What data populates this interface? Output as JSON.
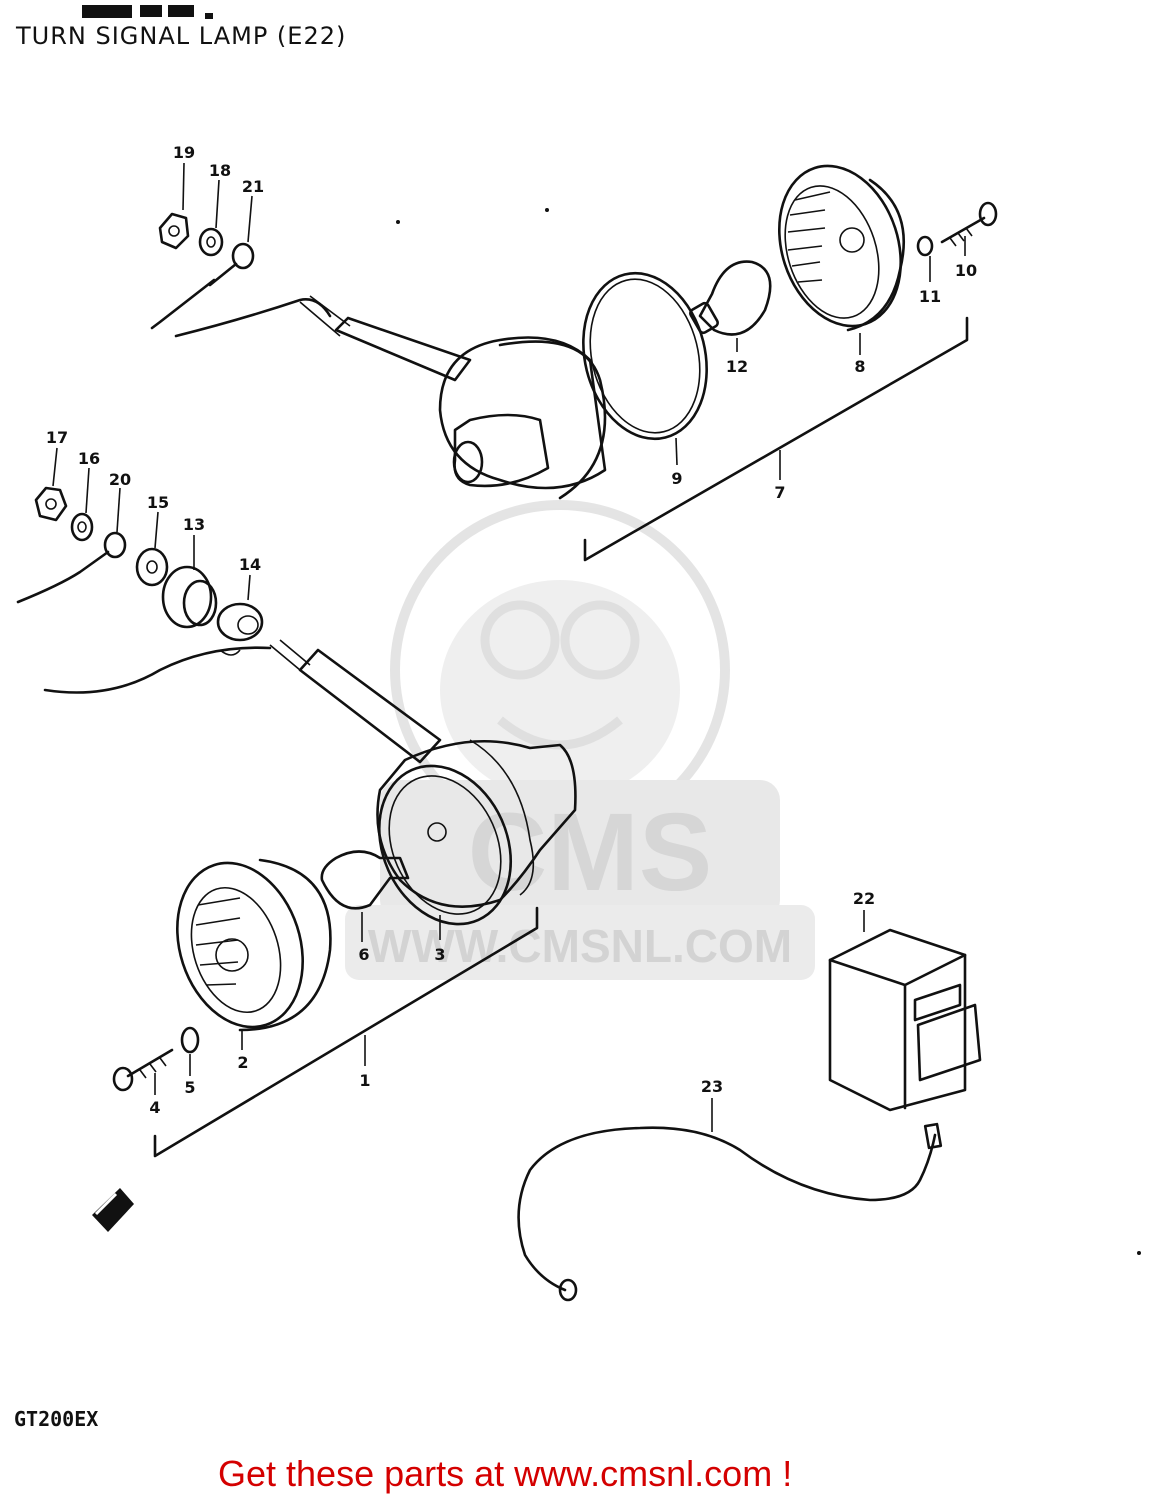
{
  "title": "TURN SIGNAL LAMP (E22)",
  "model_code": "GT200EX",
  "footer_text": "Get these parts at www.cmsnl.com !",
  "watermark": {
    "brand": "CMS",
    "url": "WWW.CMSNL.COM",
    "color": "#d9d9d9"
  },
  "colors": {
    "ink": "#111111",
    "footer": "#d40000"
  },
  "part_labels": [
    "1",
    "2",
    "3",
    "4",
    "5",
    "6",
    "7",
    "8",
    "9",
    "10",
    "11",
    "12",
    "13",
    "14",
    "15",
    "16",
    "17",
    "18",
    "19",
    "20",
    "21",
    "22",
    "23"
  ]
}
